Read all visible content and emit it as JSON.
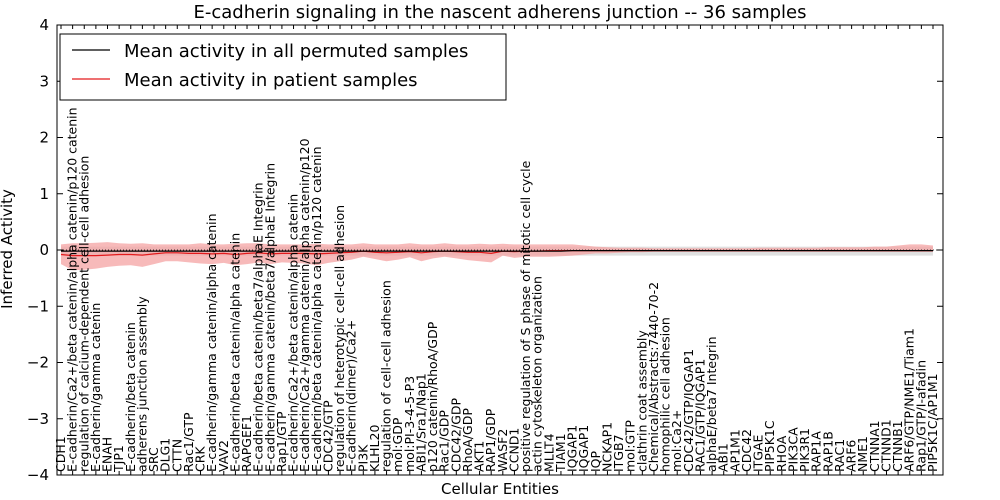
{
  "chart_data": {
    "type": "line",
    "title": "E-cadherin signaling in the nascent adherens junction -- 36 samples",
    "xlabel": "Cellular Entities",
    "ylabel": "Inferred Activity",
    "ylim": [
      -4,
      4
    ],
    "yticks": [
      "−4",
      "−3",
      "−2",
      "−1",
      "0",
      "1",
      "2",
      "3",
      "4"
    ],
    "grid": false,
    "legend_position": "top-left",
    "colors": {
      "permuted": "#000000",
      "patient": "#e31a1c",
      "patient_band": "#f4a3a3",
      "permuted_band": "#d5d5d5"
    },
    "categories": [
      "CDH1",
      "E-cadherin/Ca2+/beta catenin/alpha catenin/p120 catenin",
      "regulation of calcium-dependent cell-cell adhesion",
      "E-cadherin/gamma catenin",
      "ENAH",
      "TJP1",
      "E-cadherin/beta catenin",
      "adherens junction assembly",
      "SRC",
      "DLG1",
      "CTTN",
      "Rac1/GTP",
      "CRK",
      "E-cadherin/gamma catenin/alpha catenin",
      "VAV2",
      "E-cadherin/beta catenin/alpha catenin",
      "RAPGEF1",
      "E-cadherin/beta catenin/beta7/alphaE Integrin",
      "E-cadherin/gamma catenin/beta7/alphaE Integrin",
      "Rap1/GTP",
      "E-cadherin/Ca2+/beta catenin/alpha catenin",
      "E-cadherin/Ca2+/gamma catenin/alpha catenin/p120",
      "E-cadherin/beta catenin/alpha catenin/p120 catenin",
      "CDC42/GTP",
      "regulation of heterotypic cell-cell adhesion",
      "E-cadherin(dimer)/Ca2+",
      "PI3K",
      "KLHL20",
      "regulation of cell-cell adhesion",
      "mol:GDP",
      "mol:PI-3-4-5-P3",
      "ABI1/Sra1/Nap1",
      "p120 catenin/RhoA/GDP",
      "Rac1/GDP",
      "CDC42/GDP",
      "RhoA/GDP",
      "AKT1",
      "RAP1/GDP",
      "WASF2",
      "CCND1",
      "positive regulation of S phase of mitotic cell cycle",
      "actin cytoskeleton organization",
      "MLLT4",
      "TIAM1",
      "IQGAP1",
      "IQGAP1",
      "IQP",
      "NCKAP1",
      "ITGB7",
      "mol:GTP",
      "clathrin coat assembly",
      "Chemical/Abstracts:7440-70-2",
      "homophilic cell adhesion",
      "mol:Ca2+",
      "CDC42/GTP/IQGAP1",
      "RAC1/GTP/IQGAP1",
      "alphaE/beta7 Integrin",
      "ABI1",
      "AP1M1",
      "CDC42",
      "ITGAE",
      "PIP5K1C",
      "RHOA",
      "PIK3CA",
      "PIK3R1",
      "RAP1A",
      "RAP1B",
      "RAC1",
      "ARF6",
      "NME1",
      "CTNNA1",
      "CTNND1",
      "CTNNB1",
      "ARF6/GTP/NME1/Tiam1",
      "Rap1/GTP/I-afadin",
      "PIP5K1C/AP1M1"
    ],
    "series": [
      {
        "name": "Mean activity in all permuted samples",
        "color": "#000000",
        "values": [
          -0.02,
          -0.02,
          -0.02,
          -0.02,
          -0.02,
          -0.02,
          -0.02,
          -0.02,
          -0.02,
          -0.02,
          -0.02,
          -0.02,
          -0.02,
          -0.02,
          -0.02,
          -0.02,
          -0.02,
          -0.02,
          -0.02,
          -0.02,
          -0.02,
          -0.02,
          -0.02,
          -0.02,
          -0.02,
          -0.02,
          -0.02,
          -0.02,
          -0.02,
          -0.02,
          -0.02,
          -0.02,
          -0.02,
          -0.02,
          -0.02,
          -0.02,
          -0.02,
          -0.02,
          -0.02,
          -0.02,
          -0.02,
          -0.02,
          -0.02,
          -0.02,
          -0.01,
          -0.01,
          -0.01,
          -0.01,
          -0.01,
          -0.01,
          -0.01,
          -0.01,
          -0.01,
          -0.01,
          -0.01,
          -0.01,
          -0.01,
          -0.01,
          -0.01,
          -0.01,
          -0.01,
          -0.01,
          -0.01,
          -0.01,
          -0.01,
          -0.01,
          -0.01,
          -0.01,
          -0.01,
          -0.01,
          -0.01,
          -0.01,
          -0.01,
          -0.01,
          -0.01,
          -0.01
        ],
        "lower": [
          -0.1,
          -0.1,
          -0.1,
          -0.1,
          -0.1,
          -0.1,
          -0.1,
          -0.1,
          -0.1,
          -0.1,
          -0.1,
          -0.1,
          -0.1,
          -0.1,
          -0.1,
          -0.1,
          -0.1,
          -0.1,
          -0.1,
          -0.1,
          -0.1,
          -0.1,
          -0.1,
          -0.1,
          -0.1,
          -0.1,
          -0.1,
          -0.1,
          -0.1,
          -0.1,
          -0.1,
          -0.1,
          -0.1,
          -0.1,
          -0.1,
          -0.1,
          -0.1,
          -0.1,
          -0.1,
          -0.1,
          -0.1,
          -0.1,
          -0.1,
          -0.1,
          -0.1,
          -0.1,
          -0.1,
          -0.1,
          -0.1,
          -0.1,
          -0.1,
          -0.1,
          -0.1,
          -0.1,
          -0.1,
          -0.1,
          -0.1,
          -0.1,
          -0.1,
          -0.1,
          -0.1,
          -0.1,
          -0.1,
          -0.1,
          -0.1,
          -0.1,
          -0.1,
          -0.1,
          -0.1,
          -0.1,
          -0.1,
          -0.1,
          -0.1,
          -0.1,
          -0.1,
          -0.1
        ],
        "upper": [
          0.06,
          0.06,
          0.06,
          0.06,
          0.06,
          0.06,
          0.06,
          0.06,
          0.06,
          0.06,
          0.06,
          0.06,
          0.06,
          0.06,
          0.06,
          0.06,
          0.06,
          0.06,
          0.06,
          0.06,
          0.06,
          0.06,
          0.06,
          0.06,
          0.06,
          0.06,
          0.06,
          0.06,
          0.06,
          0.06,
          0.06,
          0.06,
          0.06,
          0.06,
          0.06,
          0.06,
          0.06,
          0.06,
          0.06,
          0.06,
          0.06,
          0.06,
          0.06,
          0.06,
          0.06,
          0.06,
          0.06,
          0.06,
          0.06,
          0.06,
          0.06,
          0.06,
          0.06,
          0.06,
          0.06,
          0.06,
          0.06,
          0.06,
          0.06,
          0.06,
          0.06,
          0.06,
          0.06,
          0.06,
          0.06,
          0.06,
          0.06,
          0.06,
          0.06,
          0.06,
          0.06,
          0.06,
          0.06,
          0.06,
          0.06,
          0.06
        ]
      },
      {
        "name": "Mean activity in patient samples",
        "color": "#e31a1c",
        "values": [
          -0.08,
          -0.1,
          -0.1,
          -0.1,
          -0.09,
          -0.08,
          -0.08,
          -0.09,
          -0.07,
          -0.05,
          -0.05,
          -0.06,
          -0.06,
          -0.07,
          -0.06,
          -0.08,
          -0.06,
          -0.05,
          -0.07,
          -0.06,
          -0.06,
          -0.06,
          -0.07,
          -0.06,
          -0.05,
          -0.04,
          -0.02,
          -0.04,
          -0.05,
          -0.04,
          -0.03,
          -0.05,
          -0.03,
          -0.02,
          -0.03,
          -0.04,
          -0.04,
          -0.06,
          -0.02,
          -0.03,
          -0.02,
          -0.02,
          -0.01,
          -0.01,
          -0.01,
          -0.01,
          -0.01,
          -0.01,
          -0.01,
          -0.01,
          -0.01,
          -0.01,
          -0.01,
          -0.01,
          -0.01,
          -0.01,
          -0.01,
          -0.01,
          -0.01,
          -0.01,
          -0.01,
          -0.01,
          -0.01,
          -0.01,
          -0.01,
          -0.01,
          -0.01,
          -0.01,
          -0.01,
          -0.01,
          -0.01,
          -0.01,
          -0.01,
          -0.01,
          -0.01,
          -0.01
        ],
        "lower": [
          -0.25,
          -0.36,
          -0.35,
          -0.33,
          -0.3,
          -0.28,
          -0.27,
          -0.3,
          -0.25,
          -0.2,
          -0.2,
          -0.22,
          -0.24,
          -0.25,
          -0.23,
          -0.27,
          -0.25,
          -0.22,
          -0.25,
          -0.22,
          -0.23,
          -0.24,
          -0.27,
          -0.23,
          -0.2,
          -0.17,
          -0.12,
          -0.16,
          -0.2,
          -0.17,
          -0.13,
          -0.2,
          -0.15,
          -0.12,
          -0.15,
          -0.18,
          -0.2,
          -0.22,
          -0.1,
          -0.14,
          -0.12,
          -0.12,
          -0.12,
          -0.11,
          -0.1,
          -0.08,
          -0.06,
          -0.06,
          -0.05,
          -0.04,
          -0.04,
          -0.03,
          -0.03,
          -0.03,
          -0.03,
          -0.03,
          -0.03,
          -0.03,
          -0.03,
          -0.03,
          -0.03,
          -0.03,
          -0.03,
          -0.03,
          -0.03,
          -0.03,
          -0.03,
          -0.03,
          -0.03,
          -0.03,
          -0.03,
          -0.03,
          -0.03,
          -0.03,
          -0.03,
          -0.03
        ],
        "upper": [
          0.1,
          0.12,
          0.12,
          0.13,
          0.14,
          0.12,
          0.11,
          0.12,
          0.1,
          0.1,
          0.1,
          0.1,
          0.12,
          0.1,
          0.1,
          0.11,
          0.12,
          0.12,
          0.1,
          0.1,
          0.1,
          0.1,
          0.11,
          0.1,
          0.1,
          0.1,
          0.12,
          0.1,
          0.1,
          0.1,
          0.12,
          0.1,
          0.1,
          0.12,
          0.1,
          0.1,
          0.11,
          0.1,
          0.11,
          0.1,
          0.1,
          0.1,
          0.1,
          0.1,
          0.1,
          0.08,
          0.06,
          0.05,
          0.04,
          0.04,
          0.04,
          0.03,
          0.03,
          0.03,
          0.03,
          0.03,
          0.03,
          0.03,
          0.03,
          0.03,
          0.04,
          0.04,
          0.04,
          0.04,
          0.04,
          0.04,
          0.05,
          0.05,
          0.05,
          0.05,
          0.06,
          0.06,
          0.08,
          0.1,
          0.1,
          0.08
        ]
      }
    ]
  }
}
